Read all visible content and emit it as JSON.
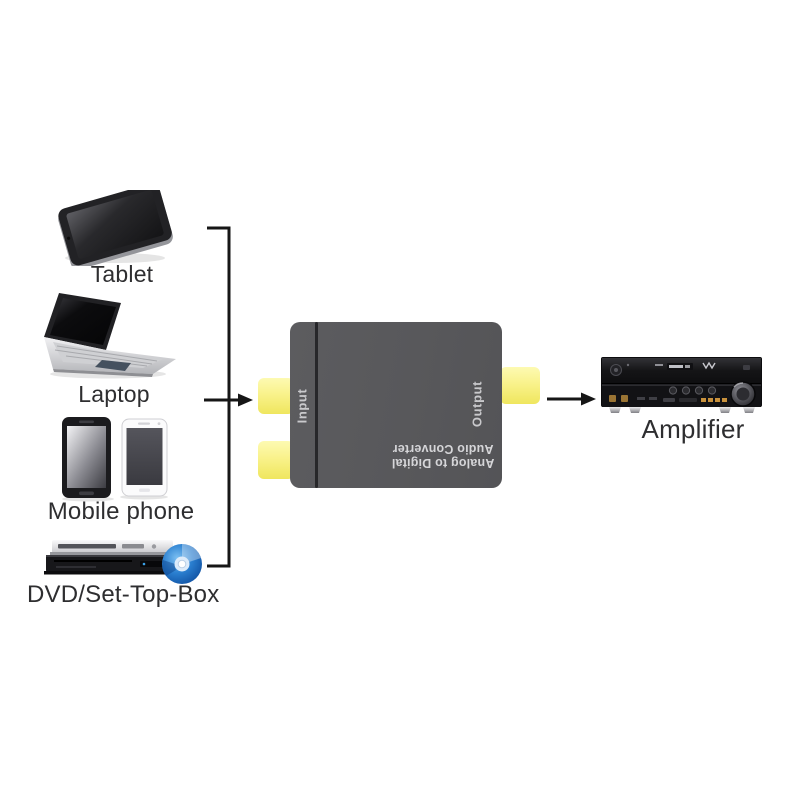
{
  "diagram": {
    "devices": [
      {
        "id": "tablet",
        "label": "Tablet"
      },
      {
        "id": "laptop",
        "label": "Laptop"
      },
      {
        "id": "mobile-phone",
        "label": "Mobile phone"
      },
      {
        "id": "dvd",
        "label": "DVD/Set-Top-Box"
      }
    ],
    "converter": {
      "input_label": "Input",
      "output_label": "Output",
      "title_line1": "Analog to Digital",
      "title_line2": "Audio Converter"
    },
    "amplifier": {
      "label": "Amplifier"
    }
  },
  "colors": {
    "jack_yellow": "#efe65e",
    "box_gray": "#58585b",
    "line_black": "#161616",
    "label_gray": "#2e2e30",
    "disc_blue": "#2a7fd0"
  }
}
